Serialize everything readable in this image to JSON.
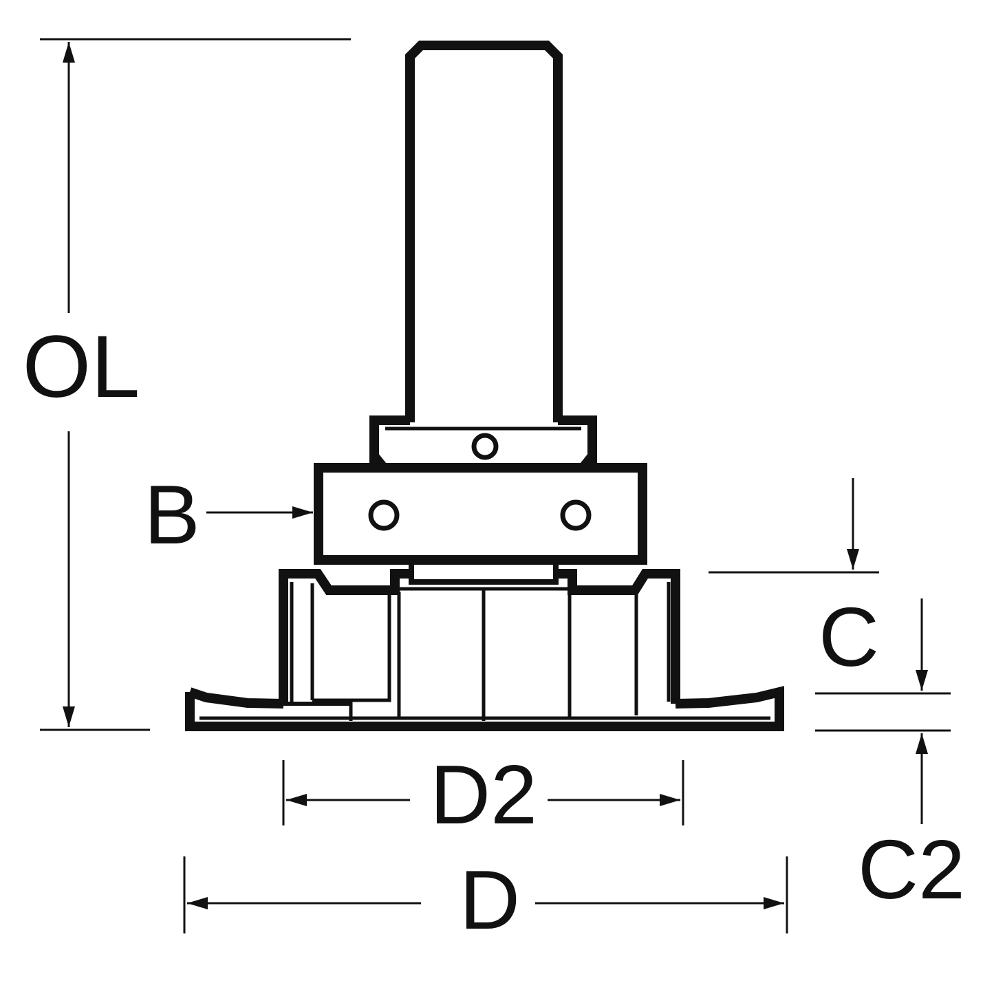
{
  "diagram": {
    "colors": {
      "line": "#111111",
      "background": "#ffffff"
    },
    "labels": {
      "overall_length": "OL",
      "bearing": "B",
      "cut_depth": "C",
      "cut_depth_2": "C2",
      "diameter_2": "D2",
      "diameter": "D"
    }
  }
}
